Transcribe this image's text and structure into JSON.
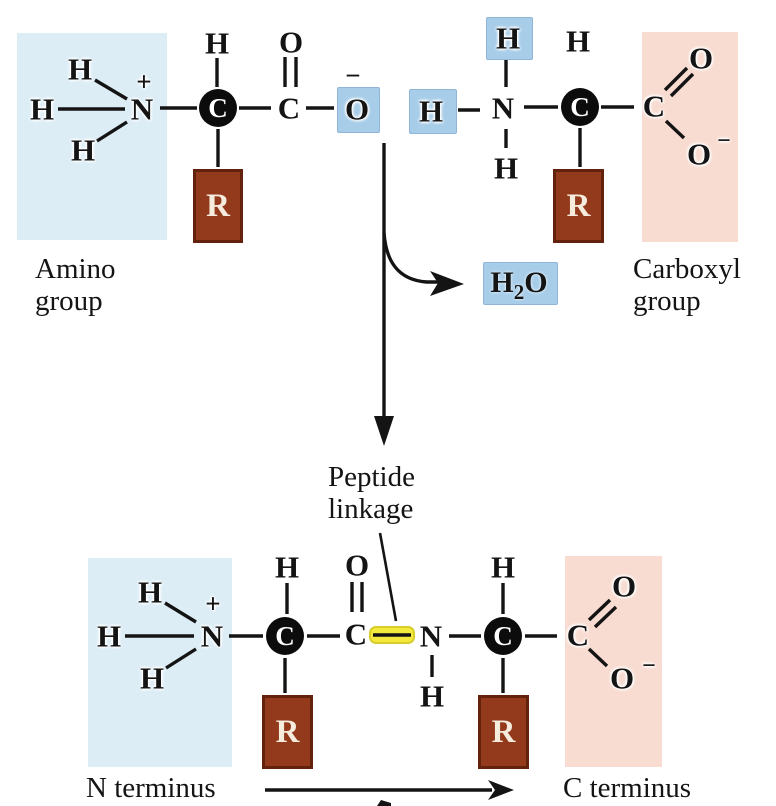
{
  "colors": {
    "panel_blue": "#dcedf6",
    "panel_pink": "#f8dcd1",
    "highlight_blue": "#a7cde9",
    "r_box_brown": "#93391c",
    "peptide_bond_yellow": "#f3ea3c",
    "ink": "#141414"
  },
  "labels": {
    "amino_group": [
      "Amino",
      "group"
    ],
    "carboxyl_group": [
      "Carboxyl",
      "group"
    ],
    "peptide_linkage": [
      "Peptide",
      "linkage"
    ],
    "n_terminus": "N terminus",
    "c_terminus": "C terminus"
  },
  "atoms": {
    "aa1": {
      "h_top": "H",
      "h_left": "H",
      "h_bottom": "H",
      "plus": "+",
      "n": "N",
      "h_alpha": "H",
      "c_alpha": "C",
      "c_carboxyl": "C",
      "o_double": "O",
      "o_ion": "O",
      "minus": "−",
      "r": "R"
    },
    "aa2": {
      "h_amine_top": "H",
      "h_amine_left": "H",
      "n": "N",
      "h_below": "H",
      "h_alpha": "H",
      "c_alpha": "C",
      "c_carboxyl": "C",
      "o_double": "O",
      "o_ion": "O",
      "minus": "−",
      "r": "R"
    },
    "water": {
      "h": "H",
      "sub": "2",
      "o": "O"
    },
    "dp1": {
      "h_top": "H",
      "h_left": "H",
      "h_bottom": "H",
      "plus": "+",
      "n": "N",
      "h_alpha": "H",
      "c_alpha": "C",
      "c_carbonyl": "C",
      "o_double": "O",
      "r": "R"
    },
    "dp2": {
      "n": "N",
      "h_below": "H",
      "h_alpha": "H",
      "c_alpha": "C",
      "c_carboxyl": "C",
      "o_double": "O",
      "o_ion": "O",
      "minus": "−",
      "r": "R"
    }
  }
}
